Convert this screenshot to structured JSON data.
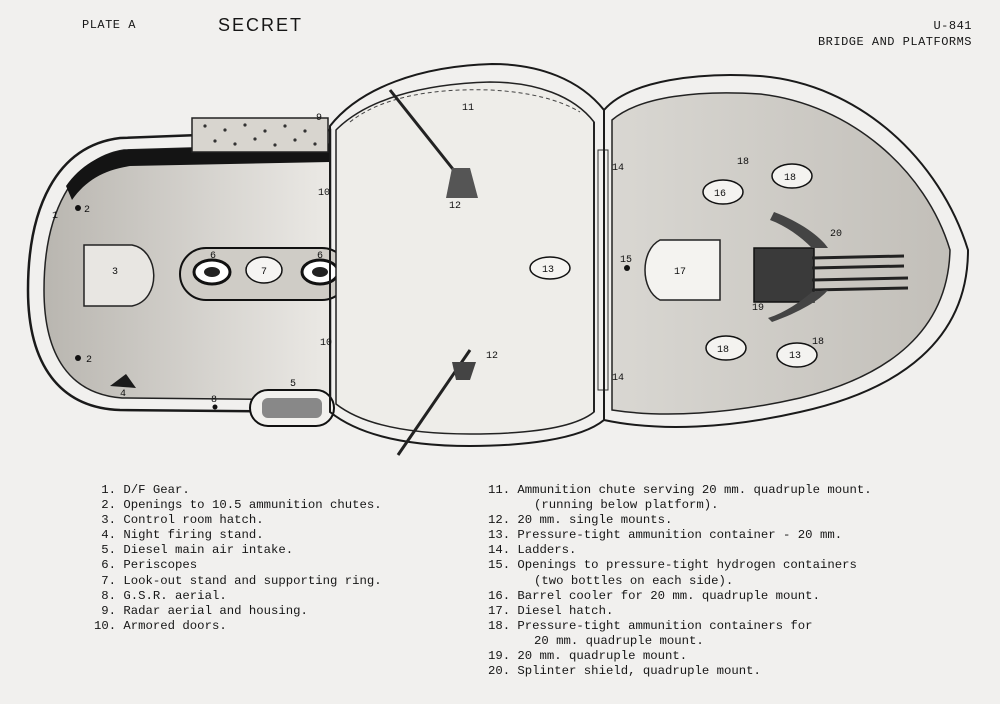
{
  "header": {
    "plate": "PLATE A",
    "classification": "SECRET",
    "boat_id": "U-841",
    "subtitle": "BRIDGE AND PLATFORMS"
  },
  "callouts": {
    "c1": "1",
    "c2a": "2",
    "c2b": "2",
    "c3": "3",
    "c4": "4",
    "c5": "5",
    "c6a": "6",
    "c6b": "6",
    "c7": "7",
    "c8": "8",
    "c9": "9",
    "c10a": "10",
    "c10b": "10",
    "c11": "11",
    "c12a": "12",
    "c12b": "12",
    "c13a": "13",
    "c13b": "13",
    "c14a": "14",
    "c14b": "14",
    "c15": "15",
    "c16": "16",
    "c17": "17",
    "c18a": "18",
    "c18b": "18",
    "c18c": "18",
    "c18d": "18",
    "c19": "19",
    "c20": "20"
  },
  "legend_left": [
    {
      "n": "1.",
      "text": "D/F Gear."
    },
    {
      "n": "2.",
      "text": "Openings to 10.5 ammunition chutes."
    },
    {
      "n": "3.",
      "text": "Control room hatch."
    },
    {
      "n": "4.",
      "text": "Night firing stand."
    },
    {
      "n": "5.",
      "text": "Diesel main air intake."
    },
    {
      "n": "6.",
      "text": "Periscopes"
    },
    {
      "n": "7.",
      "text": "Look-out stand and supporting ring."
    },
    {
      "n": "8.",
      "text": "G.S.R. aerial."
    },
    {
      "n": "9.",
      "text": "Radar aerial and housing."
    },
    {
      "n": "10.",
      "text": "Armored doors."
    }
  ],
  "legend_right": [
    {
      "n": "11.",
      "text": "Ammunition chute serving 20 mm. quadruple mount.",
      "cont": "(running below platform)."
    },
    {
      "n": "12.",
      "text": "20 mm. single mounts."
    },
    {
      "n": "13.",
      "text": "Pressure-tight ammunition container - 20 mm."
    },
    {
      "n": "14.",
      "text": "Ladders."
    },
    {
      "n": "15.",
      "text": "Openings to pressure-tight hydrogen containers",
      "cont": "(two bottles on each side)."
    },
    {
      "n": "16.",
      "text": "Barrel cooler for 20 mm. quadruple mount."
    },
    {
      "n": "17.",
      "text": "Diesel hatch."
    },
    {
      "n": "18.",
      "text": "Pressure-tight ammunition containers for",
      "cont": "20 mm. quadruple mount."
    },
    {
      "n": "19.",
      "text": "20 mm. quadruple mount."
    },
    {
      "n": "20.",
      "text": "Splinter shield, quadruple mount."
    }
  ]
}
